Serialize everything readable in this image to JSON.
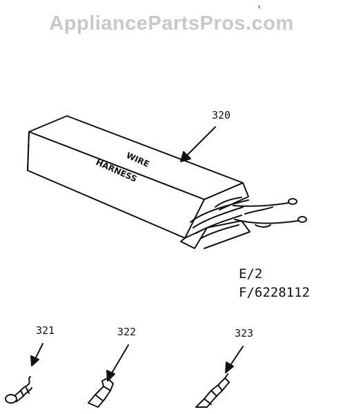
{
  "watermark": "AppliancePartsPros.com",
  "parts": {
    "harness": {
      "number": "320",
      "text_line1": "WIRE",
      "text_line2": "HARNESS"
    },
    "terminal_a": {
      "number": "321"
    },
    "terminal_b": {
      "number": "322"
    },
    "terminal_c": {
      "number": "323"
    }
  },
  "codes": {
    "line1": "E/2",
    "line2": "F/6228112"
  }
}
